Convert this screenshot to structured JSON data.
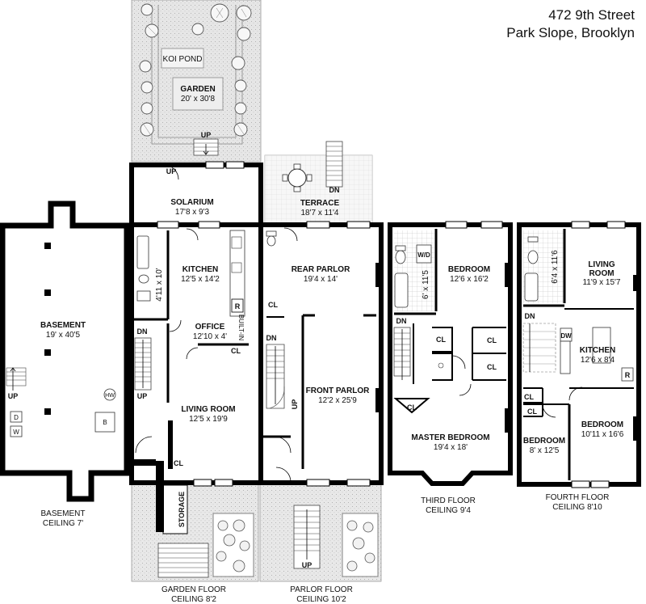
{
  "address": {
    "street": "472 9th Street",
    "area": "Park Slope, Brooklyn"
  },
  "outdoor": {
    "koi_pond": "KOI POND",
    "garden": {
      "name": "GARDEN",
      "dim": "20' x 30'8"
    },
    "garden_up": "UP",
    "solarium_up": "UP",
    "terrace": {
      "name": "TERRACE",
      "dim": "18'7 x 11'4"
    },
    "terrace_dn": "DN"
  },
  "basement": {
    "room": {
      "name": "BASEMENT",
      "dim": "19' x 40'5"
    },
    "up": "UP",
    "hw": "HW",
    "d": "D",
    "w": "W",
    "b": "B",
    "caption": [
      "BASEMENT",
      "CEILING 7'"
    ]
  },
  "garden_floor": {
    "solarium": {
      "name": "SOLARIUM",
      "dim": "17'8 x 9'3"
    },
    "kitchen": {
      "name": "KITCHEN",
      "dim": "12'5 x 14'2"
    },
    "bath_dim": "4'11 x 10'",
    "office": {
      "name": "OFFICE",
      "dim": "12'10 x 4'"
    },
    "builtin": "BUILT-IN",
    "r": "R",
    "dn": "DN",
    "up": "UP",
    "cl1": "CL",
    "cl2": "CL",
    "living": {
      "name": "LIVING ROOM",
      "dim": "12'5 x 19'9"
    },
    "storage": "STORAGE",
    "caption": [
      "GARDEN FLOOR",
      "CEILING 8'2"
    ]
  },
  "parlor_floor": {
    "rear": {
      "name": "REAR PARLOR",
      "dim": "19'4 x 14'"
    },
    "front": {
      "name": "FRONT PARLOR",
      "dim": "12'2 x 25'9"
    },
    "cl": "CL",
    "dn": "DN",
    "up": "UP",
    "stoop_up": "UP",
    "caption": [
      "PARLOR FLOOR",
      "CEILING 10'2"
    ]
  },
  "third_floor": {
    "bedroom": {
      "name": "BEDROOM",
      "dim": "12'6 x 16'2"
    },
    "wd": "W/D",
    "bath_dim": "6' x 11'5",
    "dn": "DN",
    "cl1": "CL",
    "cl2": "CL",
    "cl3": "CL",
    "cl4": "CL",
    "master": {
      "name": "MASTER BEDROOM",
      "dim": "19'4 x 18'"
    },
    "caption": [
      "THIRD FLOOR",
      "CEILING 9'4"
    ]
  },
  "fourth_floor": {
    "bath_dim": "6'4 x 11'6",
    "living": {
      "name": "LIVING",
      "name2": "ROOM",
      "dim": "11'9 x 15'7"
    },
    "dn": "DN",
    "dw": "DW",
    "kitchen": {
      "name": "KITCHEN",
      "dim": "12'6 x 8'4"
    },
    "r": "R",
    "cl1": "CL",
    "cl2": "CL",
    "bedroom_large": {
      "name": "BEDROOM",
      "dim": "10'11 x 16'6"
    },
    "bedroom_small": {
      "name": "BEDROOM",
      "dim": "8' x 12'5"
    },
    "caption": [
      "FOURTH FLOOR",
      "CEILING 8'10"
    ]
  }
}
